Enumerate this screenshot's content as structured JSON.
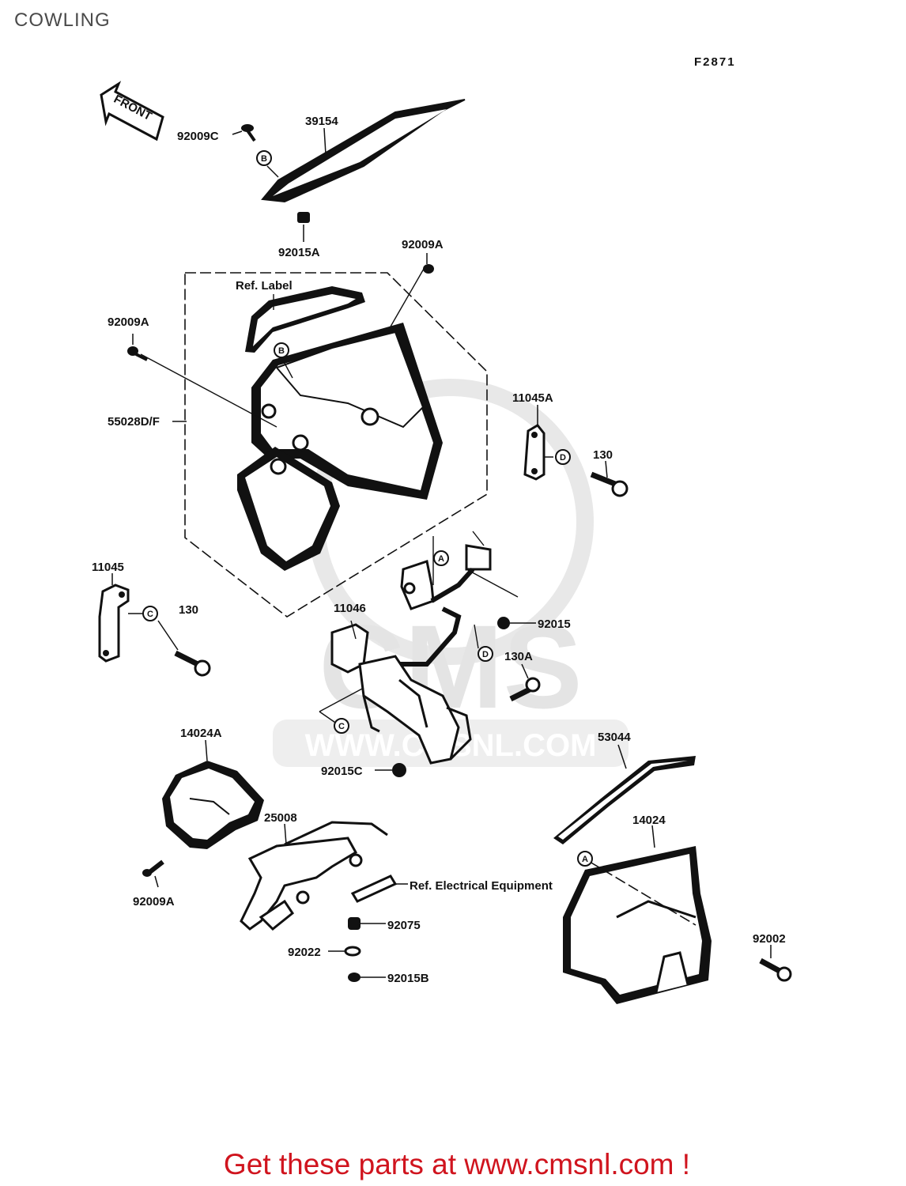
{
  "page": {
    "title": "COWLING",
    "figure_code": "F2871",
    "front_arrow": "FRONT",
    "footer": "Get these parts at www.cmsnl.com !",
    "watermark": "WWW.CMSNL.COM",
    "watermark_logo": "CMS"
  },
  "labels": {
    "p92009C": "92009C",
    "p39154": "39154",
    "p92015A": "92015A",
    "p92009A_top": "92009A",
    "ref_label": "Ref. Label",
    "p92009A_left": "92009A",
    "p55028": "55028D/F",
    "p11045A": "11045A",
    "p130_right": "130",
    "p11045": "11045",
    "p130_left": "130",
    "p11046": "11046",
    "p92015": "92015",
    "p130A": "130A",
    "p14024A": "14024A",
    "p53044": "53044",
    "p92015C": "92015C",
    "p25008": "25008",
    "p14024": "14024",
    "ref_electrical": "Ref. Electrical Equipment",
    "p92075": "92075",
    "p92009A_bottom": "92009A",
    "p92022": "92022",
    "p92002": "92002",
    "p92015B": "92015B"
  },
  "callouts": {
    "a": "A",
    "b": "B",
    "c": "C",
    "d": "D"
  }
}
